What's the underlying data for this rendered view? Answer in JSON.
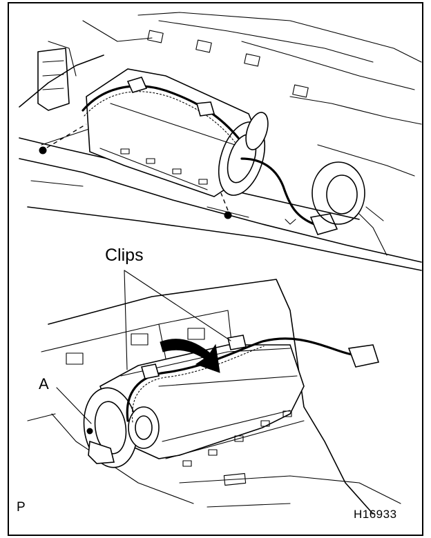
{
  "labels": {
    "clips": "Clips",
    "part_a": "A",
    "corner_mark": "P",
    "figure_code": "H16933"
  }
}
